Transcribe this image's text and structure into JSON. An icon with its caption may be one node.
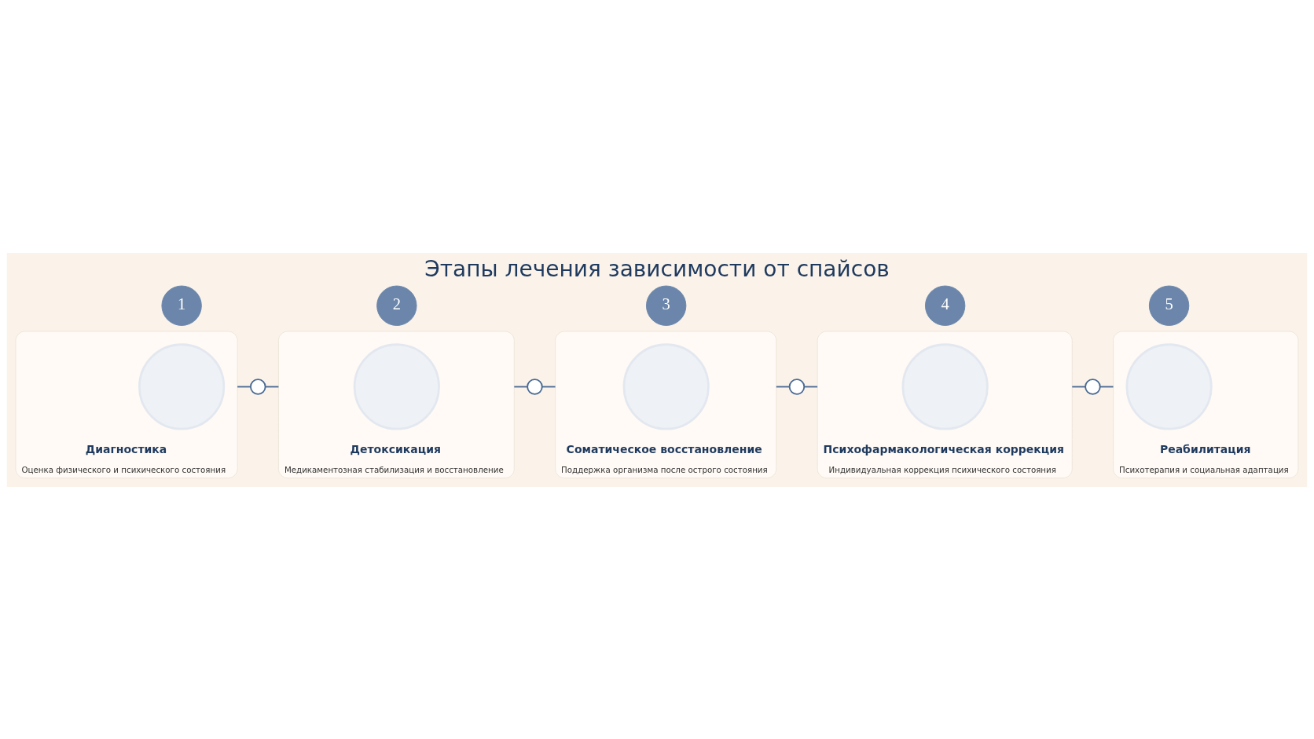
{
  "diagram": {
    "title": "Этапы лечения зависимости от спайсов",
    "nodes": [
      {
        "text": [
          "1"
        ]
      },
      {
        "text": [
          "Диагностика",
          "Оценка физического и психического состояния"
        ]
      },
      {
        "text": [],
        "shape": "circle",
        "in": 1
      },
      {
        "text": [],
        "shape": "circle"
      },
      {
        "text": [
          "2"
        ]
      },
      {
        "text": [
          "Детоксикация",
          "Медикаментозная стабилизация и восстановление"
        ]
      },
      {
        "text": [],
        "shape": "circle",
        "in": 5
      },
      {
        "text": [],
        "shape": "circle"
      },
      {
        "text": [
          "3"
        ]
      },
      {
        "text": [
          "Соматическое восстановление",
          "Поддержка организма после острого состояния"
        ]
      },
      {
        "text": [],
        "shape": "circle",
        "in": 9
      },
      {
        "text": [],
        "shape": "circle"
      },
      {
        "text": [
          "4"
        ]
      },
      {
        "text": [
          "Психофармакологическая коррекция",
          "Индивидуальная коррекция психического состояния"
        ]
      },
      {
        "text": [],
        "shape": "circle",
        "in": 13
      },
      {
        "text": [],
        "shape": "circle"
      },
      {
        "text": [
          "5"
        ]
      },
      {
        "text": [
          "Реабилитация",
          "Психотерапия и социальная адаптация"
        ]
      },
      {
        "text": [],
        "shape": "circle",
        "in": 17
      }
    ],
    "edges": [
      {
        "from": 1,
        "to": 3,
        "arrow": "none"
      },
      {
        "from": 3,
        "to": 5,
        "arrow": "none"
      },
      {
        "from": 5,
        "to": 7,
        "arrow": "none"
      },
      {
        "from": 7,
        "to": 9,
        "arrow": "none"
      },
      {
        "from": 9,
        "to": 11,
        "arrow": "none"
      },
      {
        "from": 11,
        "to": 13,
        "arrow": "none"
      },
      {
        "from": 13,
        "to": 15,
        "arrow": "none"
      },
      {
        "from": 15,
        "to": 17,
        "arrow": "none"
      }
    ]
  }
}
